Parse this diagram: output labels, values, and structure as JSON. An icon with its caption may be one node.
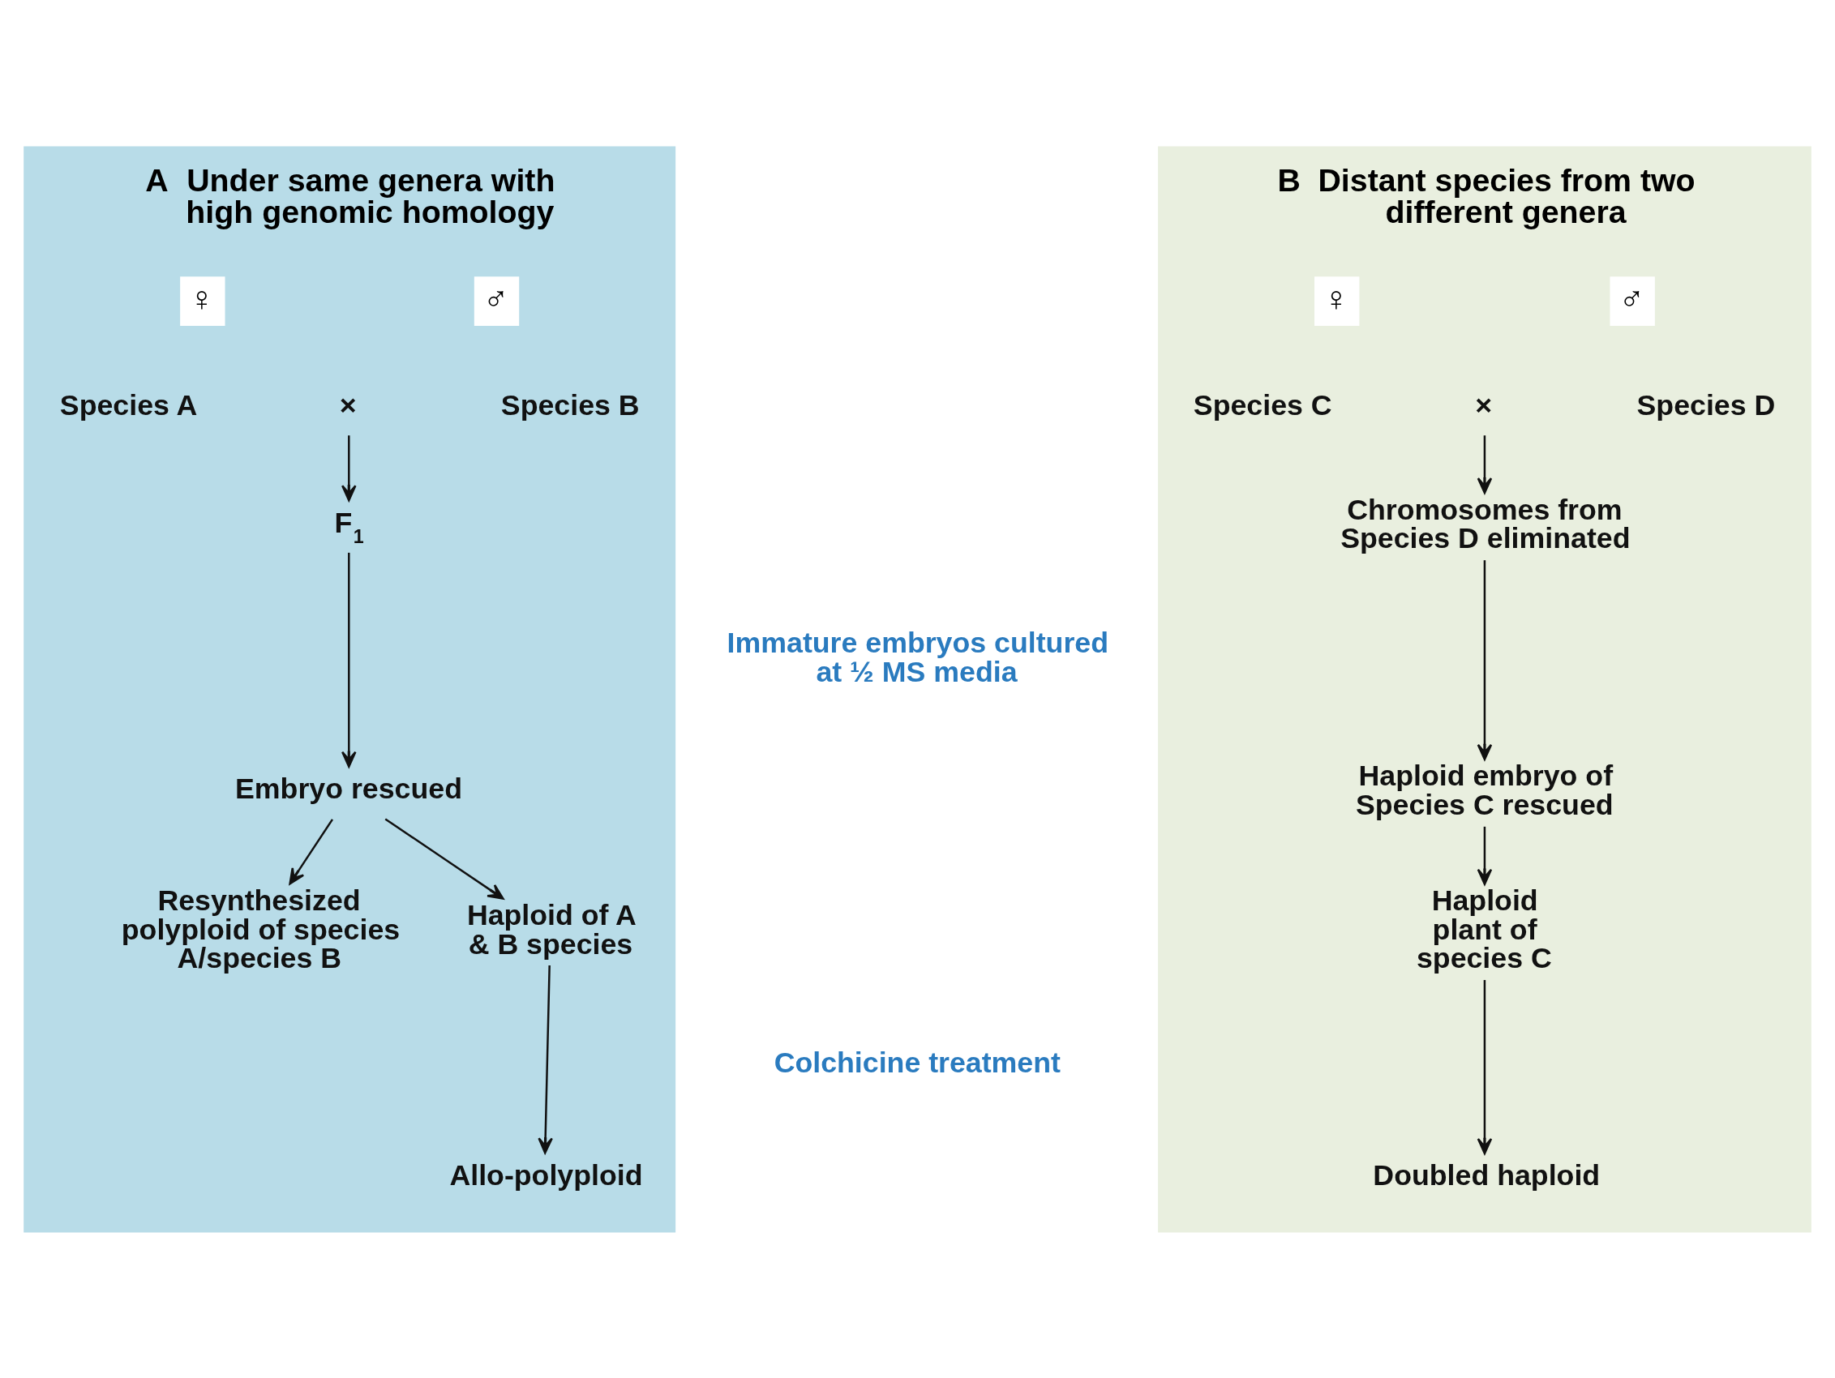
{
  "diagram": {
    "nodes": [
      {
        "text": [
          "A",
          "Under same genera with high genomic homology"
        ]
      },
      {
        "text": [
          "♀"
        ],
        "in": 0
      },
      {
        "text": [
          "♂"
        ],
        "in": 0
      },
      {
        "text": [
          "Species A"
        ],
        "in": 0
      },
      {
        "text": [
          "×"
        ],
        "in": 0
      },
      {
        "text": [
          "Species B"
        ],
        "in": 0
      },
      {
        "text": [
          "F$_{1}$"
        ],
        "in": 0
      },
      {
        "text": [
          "Embryo rescued"
        ],
        "in": 0
      },
      {
        "text": [
          "Resynthesized polyploid of species A/species B"
        ],
        "in": 0
      },
      {
        "text": [
          "Haploid of A & B species"
        ],
        "in": 0
      },
      {
        "text": [
          "Allo-polyploid"
        ],
        "in": 0
      },
      {
        "text": [
          "B",
          "Distant species from two different genera"
        ]
      },
      {
        "text": [
          "♀"
        ],
        "in": 11
      },
      {
        "text": [
          "♂"
        ],
        "in": 11
      },
      {
        "text": [
          "Species C"
        ],
        "in": 11
      },
      {
        "text": [
          "×"
        ],
        "in": 11
      },
      {
        "text": [
          "Species D"
        ],
        "in": 11
      },
      {
        "text": [
          "Chromosomes from Species D eliminated"
        ],
        "in": 11
      },
      {
        "text": [
          "Haploid embryo of Species C rescued"
        ],
        "in": 11
      },
      {
        "text": [
          "Haploid plant of species C"
        ],
        "in": 11
      },
      {
        "text": [
          "Doubled haploid"
        ],
        "in": 11
      },
      {
        "text": [
          "Immature embryos cultured at ½ MS media"
        ]
      },
      {
        "text": [
          "Colchicine treatment"
        ]
      }
    ],
    "edges": [
      {
        "from": 4,
        "to": 6,
        "arrow": "to"
      },
      {
        "from": 6,
        "to": 7,
        "arrow": "to"
      },
      {
        "from": 7,
        "to": 8,
        "arrow": "to"
      },
      {
        "from": 7,
        "to": 9,
        "arrow": "to"
      },
      {
        "from": 9,
        "to": 10,
        "arrow": "to"
      },
      {
        "from": 15,
        "to": 17,
        "arrow": "to"
      },
      {
        "from": 17,
        "to": 18,
        "arrow": "to"
      },
      {
        "from": 18,
        "to": 19,
        "arrow": "to"
      },
      {
        "from": 19,
        "to": 20,
        "arrow": "to"
      }
    ]
  }
}
